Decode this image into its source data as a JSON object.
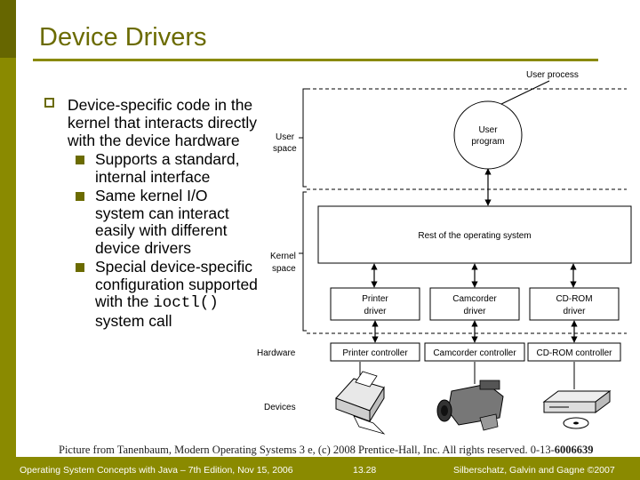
{
  "slide": {
    "title": "Device Drivers",
    "bullets": {
      "main": "Device-specific code in the kernel that interacts directly with the device hardware",
      "sub1": "Supports a standard, internal interface",
      "sub2": "Same kernel I/O system can interact easily with different device drivers",
      "sub3_pre": "Special device-specific configuration supported with the",
      "sub3_code": "ioctl()",
      "sub3_post": "system call"
    }
  },
  "diagram": {
    "user_process": "User process",
    "user_program": [
      "User",
      "program"
    ],
    "user_space": [
      "User",
      "space"
    ],
    "kernel_space": [
      "Kernel",
      "space"
    ],
    "hardware": "Hardware",
    "devices": "Devices",
    "rest_os": "Rest of the operating system",
    "drivers": [
      [
        "Printer",
        "driver"
      ],
      [
        "Camcorder",
        "driver"
      ],
      [
        "CD-ROM",
        "driver"
      ]
    ],
    "controllers": [
      "Printer controller",
      "Camcorder controller",
      "CD-ROM controller"
    ]
  },
  "caption": {
    "text": "Picture from Tanenbaum, Modern Operating Systems 3 e, (c) 2008 Prentice-Hall, Inc. All rights reserved. 0-13-",
    "isbn": "6006639"
  },
  "footer": {
    "left": "Operating System Concepts with Java – 7th Edition, Nov 15, 2006",
    "center": "13.28",
    "right": "Silberschatz, Galvin and Gagne ©2007"
  }
}
